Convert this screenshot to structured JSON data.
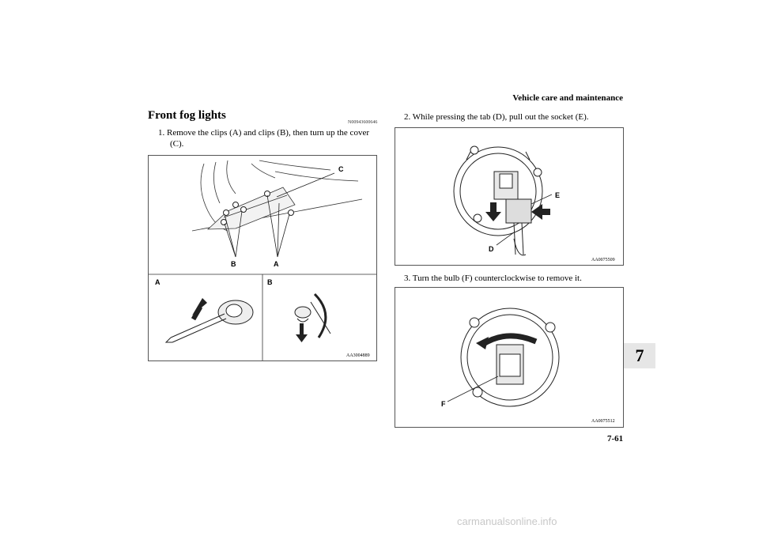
{
  "header": {
    "chapter_title": "Vehicle care and maintenance"
  },
  "section": {
    "title": "Front fog lights",
    "code": "N00943600646"
  },
  "steps": [
    {
      "text": "1. Remove the clips (A) and clips (B), then turn up the cover",
      "text_cont": "(C)."
    },
    {
      "text": "2. While pressing the tab (D), pull out the socket (E)."
    },
    {
      "text": "3. Turn the bulb (F) counterclockwise to remove it."
    }
  ],
  "figures": {
    "fig1": {
      "code": "AA3004889",
      "labels": {
        "c": "C",
        "b": "B",
        "a": "A",
        "panel_a": "A",
        "panel_b": "B"
      }
    },
    "fig2": {
      "code": "AA0075509",
      "labels": {
        "e": "E",
        "d": "D"
      }
    },
    "fig3": {
      "code": "AA0075512",
      "labels": {
        "f": "F"
      }
    }
  },
  "chapter_tab": "7",
  "page_number": "7-61",
  "watermark": "carmanualsonline.info"
}
